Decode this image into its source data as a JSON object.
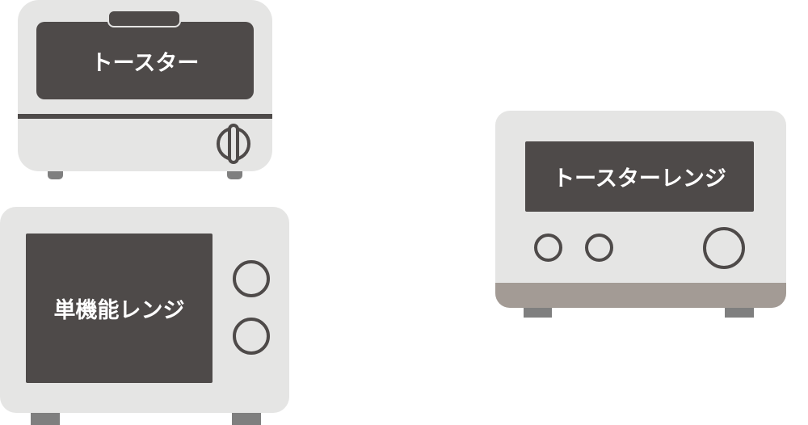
{
  "appliances": {
    "toaster": {
      "label": "トースター"
    },
    "microwave": {
      "label": "単機能レンジ"
    },
    "toaster_oven": {
      "label": "トースターレンジ"
    }
  },
  "colors": {
    "body": "#e5e5e4",
    "dark": "#4e4a49",
    "feet": "#7f7f7f",
    "band": "#a39b95"
  }
}
